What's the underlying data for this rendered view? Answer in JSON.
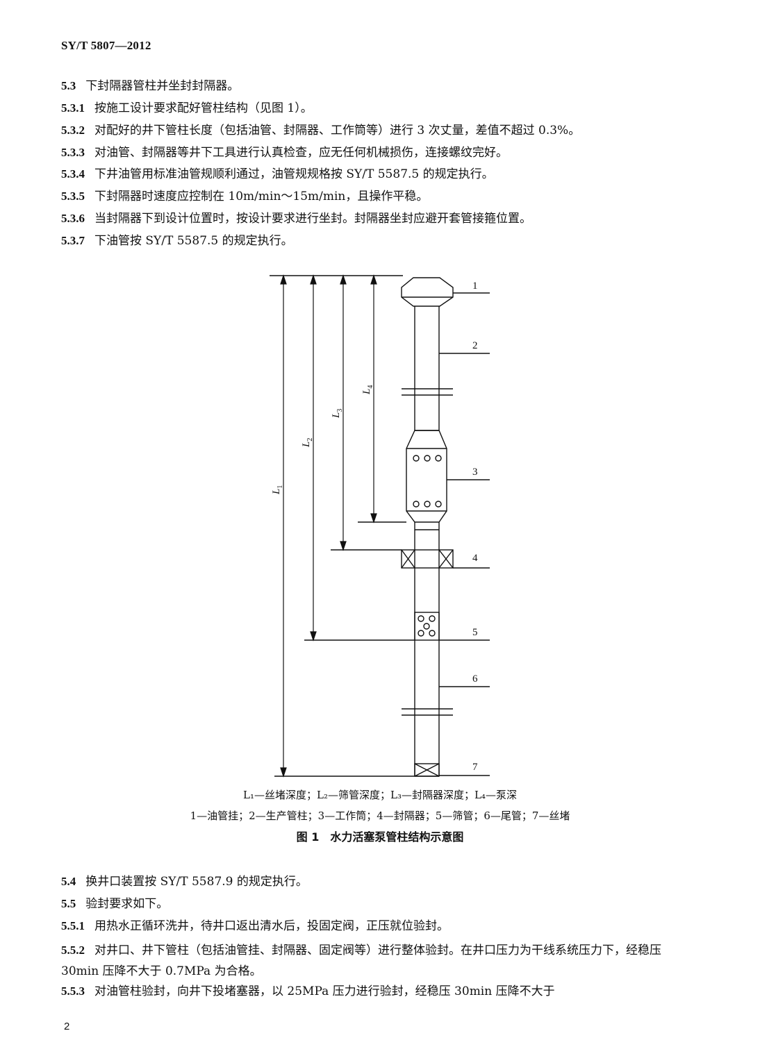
{
  "header": {
    "code": "SY/T 5807—2012"
  },
  "clauses_top": [
    {
      "num": "5.3",
      "text": "下封隔器管柱并坐封封隔器。"
    },
    {
      "num": "5.3.1",
      "text": "按施工设计要求配好管柱结构（见图 1）。"
    },
    {
      "num": "5.3.2",
      "text": "对配好的井下管柱长度（包括油管、封隔器、工作筒等）进行 3 次丈量，差值不超过 0.3%。"
    },
    {
      "num": "5.3.3",
      "text": "对油管、封隔器等井下工具进行认真检查，应无任何机械损伤，连接螺纹完好。"
    },
    {
      "num": "5.3.4",
      "text": "下井油管用标准油管规顺利通过，油管规规格按 SY/T 5587.5 的规定执行。"
    },
    {
      "num": "5.3.5",
      "text": "下封隔器时速度应控制在 10m/min～15m/min，且操作平稳。"
    },
    {
      "num": "5.3.6",
      "text": "当封隔器下到设计位置时，按设计要求进行坐封。封隔器坐封应避开套管接箍位置。"
    },
    {
      "num": "5.3.7",
      "text": "下油管按 SY/T 5587.5 的规定执行。"
    }
  ],
  "figure": {
    "dim_labels": [
      "L1",
      "L2",
      "L3",
      "L4"
    ],
    "part_labels": [
      "1",
      "2",
      "3",
      "4",
      "5",
      "6",
      "7"
    ],
    "legend_dims": "L₁—丝堵深度；L₂—筛管深度；L₃—封隔器深度；L₄—泵深",
    "legend_parts": "1—油管挂；2—生产管柱；3—工作筒；4—封隔器；5—筛管；6—尾管；7—丝堵",
    "title": "图 1　水力活塞泵管柱结构示意图"
  },
  "clauses_bottom": [
    {
      "num": "5.4",
      "text": "换井口装置按 SY/T 5587.9 的规定执行。"
    },
    {
      "num": "5.5",
      "text": "验封要求如下。"
    },
    {
      "num": "5.5.1",
      "text": "用热水正循环洗井，待井口返出清水后，投固定阀，正压就位验封。"
    },
    {
      "num": "5.5.2",
      "text": "对井口、井下管柱（包括油管挂、封隔器、固定阀等）进行整体验封。在井口压力为干线系统压力下，经稳压 30min 压降不大于 0.7MPa 为合格。"
    },
    {
      "num": "5.5.3",
      "text": "对油管柱验封，向井下投堵塞器，以 25MPa 压力进行验封，经稳压 30min 压降不大于"
    }
  ],
  "page_number": "2"
}
